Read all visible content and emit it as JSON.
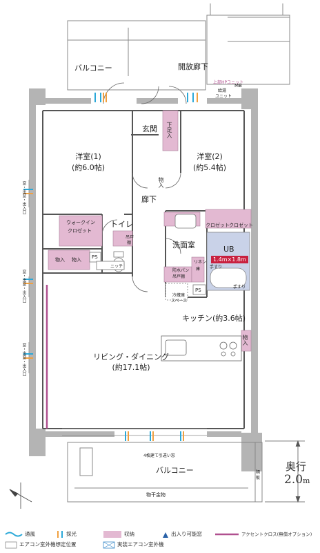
{
  "rooms": {
    "balcony_north": "バルコニー",
    "open_corridor": "開放廊下",
    "mb": "MB",
    "water_heater": [
      "給湯",
      "ユニット"
    ],
    "upper_unit": "上部HPユニット",
    "entrance": "玄関",
    "shoe_box": "下足入",
    "western1_name": "洋室(1)",
    "western1_size": "(約6.0帖)",
    "western2_name": "洋室(2)",
    "western2_size": "(約5.4帖)",
    "storage_entrance": "物入",
    "hallway": "廊下",
    "walkin": [
      "ウォークイン",
      "クロゼット"
    ],
    "closet1": "クロゼット",
    "closet2": "クロゼット",
    "toilet": "トイレ",
    "hanging_shelf": [
      "吊戸",
      "棚"
    ],
    "niche": "ニッチ",
    "ps1": "PS",
    "ps2": "PS",
    "storage_left1": "物入",
    "storage_left2": "物入",
    "washroom": "洗面室",
    "ub": "UB",
    "ub_size": "1.4m×1.8m",
    "handrail1": "手すり",
    "handrail2": "手すり",
    "linen": [
      "リネン",
      "庫"
    ],
    "waterproof_pan": "防水パン",
    "hanging_shelf2": "吊戸棚",
    "fridge": [
      "冷蔵庫",
      "スペース"
    ],
    "kitchen": "キッチン(約3.6帖)",
    "storage_kitchen": "物入",
    "living_name": "リビング・ダイニング",
    "living_size": "(約17.1帖)",
    "balcony_south": "バルコニー",
    "window_note": "4枚建て引違い窓",
    "drying_rack": "物干金物",
    "partition": [
      "隔",
      "板"
    ],
    "bay_note": "窓・出窓・出入口"
  },
  "depth": {
    "label": "奥行",
    "value": "2.0",
    "unit": "m"
  },
  "legend": {
    "ventilation": "通風",
    "daylight": "採光",
    "storage": "収納",
    "entry": "出入り可能窓",
    "accent": "アクセントクロス(無償オプション)",
    "ac_planned": "エアコン室外機想定位置",
    "ac_installed": "実装エアコン室外機"
  },
  "colors": {
    "storage_fill": "#e3b9d2",
    "accent_line": "#b0508f",
    "ventilation": "#2aa8d8",
    "daylight": "#f0a040",
    "wall": "#b4b4b4",
    "ub_box": "#c8203f"
  }
}
